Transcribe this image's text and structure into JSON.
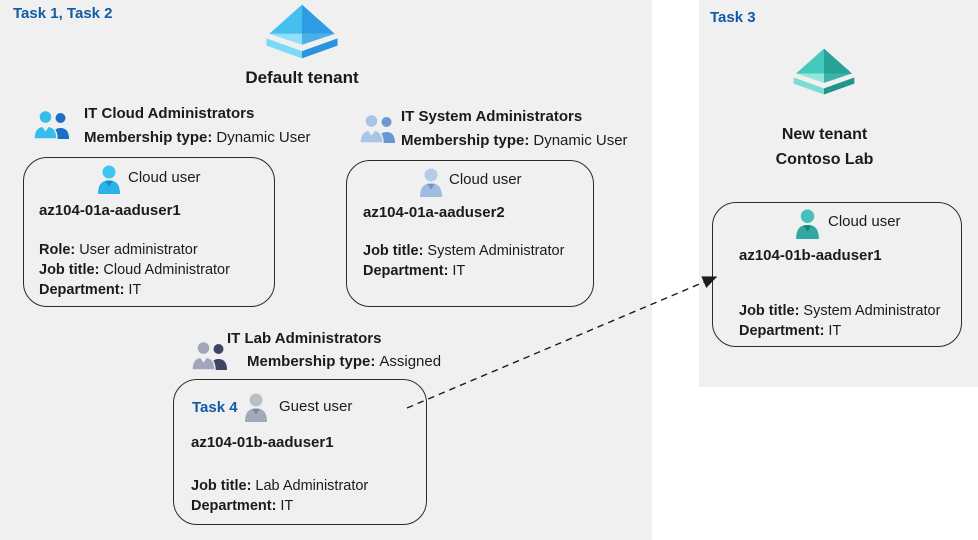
{
  "colors": {
    "background": "#ffffff",
    "region_bg": "#f0f0f0",
    "task_label_blue": "#1259a6",
    "text": "#1b1b1b",
    "card_border": "#2b2b2b",
    "azure_ad_blue_light": "#8fe0fa",
    "azure_ad_blue_dark": "#2d9ce4",
    "azure_ad_teal_light": "#93e6dc",
    "azure_ad_teal_dark": "#26a296",
    "group_cloud_front": "#35bdee",
    "group_cloud_back": "#1a6fc9",
    "group_system_front": "#a9c4e6",
    "group_system_back": "#6b98d2",
    "group_lab_front": "#a3a6ba",
    "group_lab_back": "#3f4566",
    "user_cyan": "#2cb2e8",
    "user_steel": "#9fbbe0",
    "user_gray": "#a2aaba",
    "user_teal": "#31a8a1"
  },
  "left_region": {
    "task_label": "Task 1, Task 2",
    "tenant_name": "Default tenant",
    "tenant_icon": "azure-ad-icon-blue",
    "groups": [
      {
        "title": "IT Cloud Administrators",
        "membership_label": "Membership type:",
        "membership_value": "Dynamic User"
      },
      {
        "title": "IT System Administrators",
        "membership_label": "Membership type:",
        "membership_value": "Dynamic User"
      },
      {
        "title": "IT Lab Administrators",
        "membership_label": "Membership type:",
        "membership_value": "Assigned"
      }
    ],
    "cards": [
      {
        "user_type": "Cloud user",
        "name": "az104-01a-aaduser1",
        "fields": [
          {
            "label": "Role:",
            "value": "User administrator"
          },
          {
            "label": "Job title:",
            "value": "Cloud Administrator"
          },
          {
            "label": "Department:",
            "value": "IT"
          }
        ]
      },
      {
        "user_type": "Cloud user",
        "name": "az104-01a-aaduser2",
        "fields": [
          {
            "label": "Job title:",
            "value": "System Administrator"
          },
          {
            "label": "Department:",
            "value": "IT"
          }
        ]
      },
      {
        "task_label": "Task 4",
        "user_type": "Guest user",
        "name": "az104-01b-aaduser1",
        "fields": [
          {
            "label": "Job title:",
            "value": "Lab Administrator"
          },
          {
            "label": "Department:",
            "value": "IT"
          }
        ]
      }
    ]
  },
  "right_region": {
    "task_label": "Task 3",
    "tenant_line1": "New tenant",
    "tenant_line2": "Contoso Lab",
    "tenant_icon": "azure-ad-icon-teal",
    "card": {
      "user_type": "Cloud user",
      "name": "az104-01b-aaduser1",
      "fields": [
        {
          "label": "Job title:",
          "value": "System Administrator"
        },
        {
          "label": "Department:",
          "value": "IT"
        }
      ]
    }
  }
}
